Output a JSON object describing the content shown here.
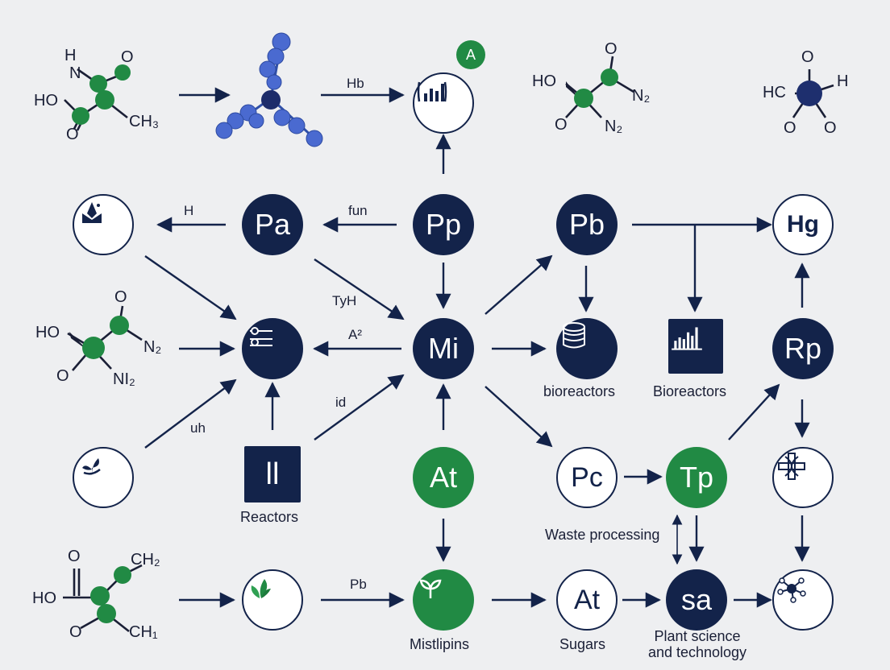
{
  "nodes": {
    "pa": "Pa",
    "pp": "Pp",
    "pb": "Pb",
    "hg": "Hg",
    "mi": "Mi",
    "rp": "Rp",
    "at_green": "At",
    "pc": "Pc",
    "tp": "Tp",
    "at_outline": "At",
    "sa": "sa",
    "square": "ll"
  },
  "badge": "A",
  "edge_labels": {
    "hb": "Hb",
    "h": "H",
    "fun": "fun",
    "tyh": "TyH",
    "a2": "A²",
    "id": "id",
    "uh": "uh",
    "pb_bottom": "Pb"
  },
  "captions": {
    "reactors": "Reactors",
    "bioreactors_lower": "bioreactors",
    "bioreactors_upper": "Bioreactors",
    "waste": "Waste processing",
    "mistlipins": "Mistlipins",
    "sugars": "Sugars",
    "plant_1": "Plant science",
    "plant_2": "and technology"
  },
  "molecules": {
    "m1": {
      "a": "H",
      "b": "N",
      "c": "O",
      "d": "HO",
      "e": "O",
      "f": "CH₃"
    },
    "m2": {
      "a": "HO",
      "b": "O",
      "c": "N₂",
      "d": "O",
      "e": "N₂"
    },
    "m3": {
      "a": "HC",
      "b": "O",
      "c": "H",
      "d": "O",
      "e": "O"
    },
    "m4": {
      "a": "HO",
      "b": "O",
      "c": "N₂",
      "d": "O",
      "e": "NI₂"
    },
    "m5": {
      "a": "O",
      "b": "HO",
      "c": "O",
      "d": "CH₂",
      "e": "CH₁"
    }
  },
  "icons": [
    "ink-drop-icon",
    "bar-chart-icon",
    "sliders-icon",
    "plant-sprout-icon",
    "leaves-icon",
    "sprout-icon",
    "database-icon",
    "bar-chart-square-icon",
    "molecule-network-icon",
    "dna-cross-icon",
    "polymer-molecule-icon"
  ],
  "colors": {
    "navy": "#13234a",
    "green": "#218a44",
    "blue_atom": "#3f5fc0",
    "background": "#eeeff1"
  }
}
